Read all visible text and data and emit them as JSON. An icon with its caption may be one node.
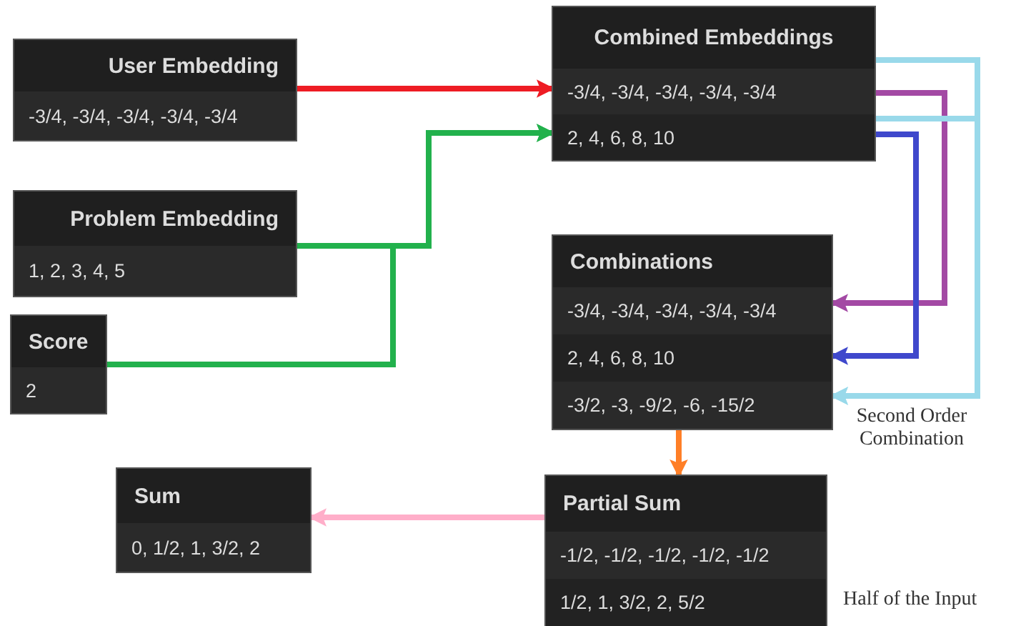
{
  "diagram": {
    "nodes": [
      {
        "text": [
          "User Embedding",
          "-3/4, -3/4, -3/4, -3/4, -3/4"
        ]
      },
      {
        "text": [
          "Combined Embeddings",
          "-3/4, -3/4, -3/4, -3/4, -3/4",
          "2, 4, 6, 8, 10"
        ]
      },
      {
        "text": [
          "Problem Embedding",
          "1, 2, 3, 4, 5"
        ]
      },
      {
        "text": [
          "Score",
          "2"
        ]
      },
      {
        "text": [
          "Combinations",
          "-3/4, -3/4, -3/4, -3/4, -3/4",
          "2, 4, 6, 8, 10",
          "-3/2, -3, -9/2, -6, -15/2"
        ]
      },
      {
        "text": [
          "Sum",
          "0, 1/2, 1, 3/2, 2"
        ]
      },
      {
        "text": [
          "Partial Sum",
          "-1/2, -1/2, -1/2, -1/2, -1/2",
          "1/2, 1, 3/2, 2, 5/2"
        ],
        "beside": [
          "Half of the Input"
        ]
      }
    ],
    "edges": [
      {
        "from": 0,
        "to": 1,
        "arrow": "to",
        "color": "#ee1c24"
      },
      {
        "from": 2,
        "to": 1,
        "arrow": "to",
        "color": "#22b14c"
      },
      {
        "from": 3,
        "to": 1,
        "arrow": "to",
        "color": "#22b14c"
      },
      {
        "from": 1,
        "to": 4,
        "arrow": "to",
        "color": "#a349a4"
      },
      {
        "from": 1,
        "to": 4,
        "arrow": "to",
        "color": "#3f48cc"
      },
      {
        "from": 1,
        "to": 4,
        "arrow": "to",
        "color": "#99d9ea"
      },
      {
        "from": 1,
        "to": 4,
        "arrow": "to",
        "color": "#99d9ea"
      },
      {
        "from": 4,
        "to": 6,
        "arrow": "to",
        "color": "#ff7f27"
      },
      {
        "from": 6,
        "to": 5,
        "arrow": "to",
        "color": "#ffaec9"
      }
    ],
    "labels": [
      "Second Order Combination"
    ]
  }
}
